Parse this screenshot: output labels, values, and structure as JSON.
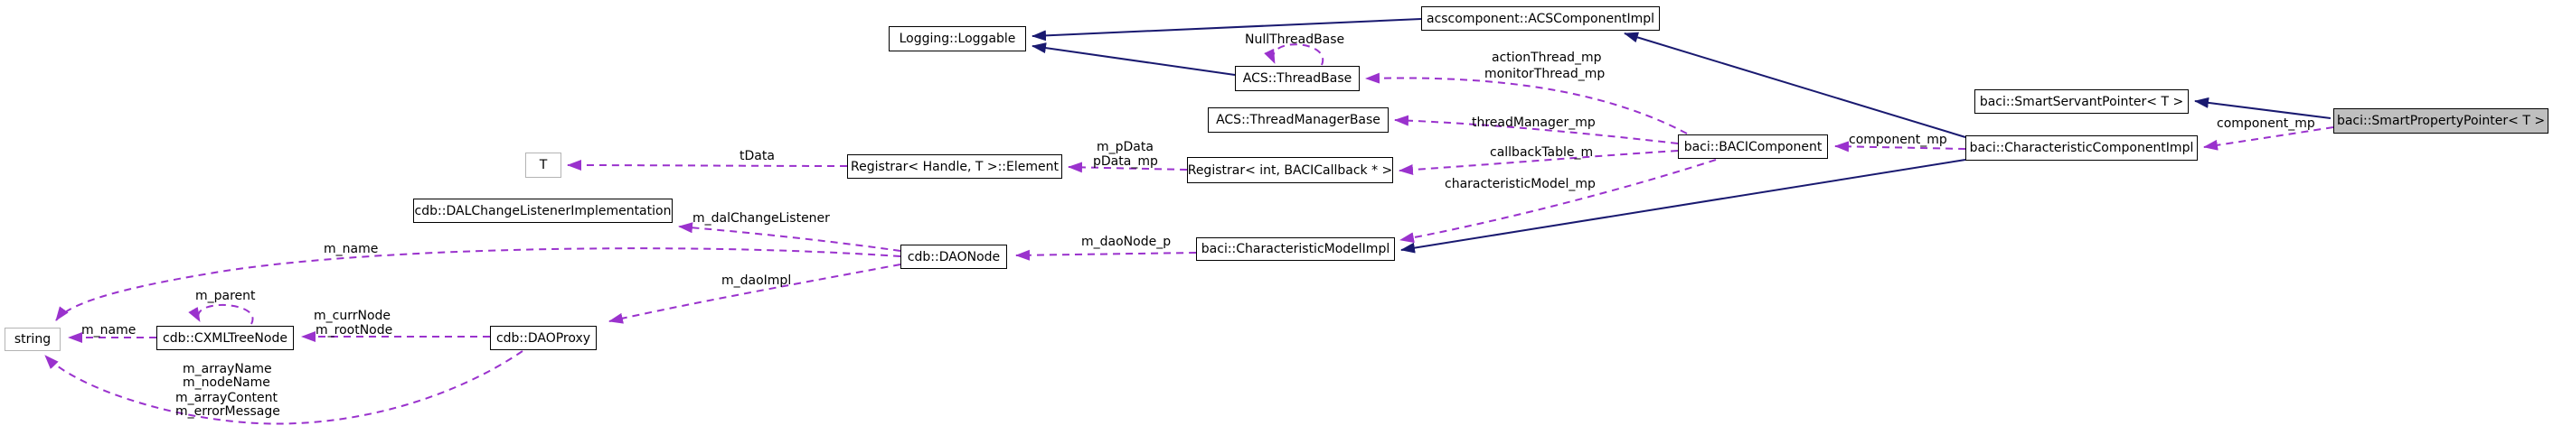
{
  "diagram": {
    "kind": "collaboration-graph",
    "colors": {
      "inheritance_edge": "#191970",
      "usage_edge": "#9a32cd",
      "node_border": "#000000",
      "external_node_border": "#b4b4b4",
      "highlight_node_fill": "#bfbfbf",
      "background": "#ffffff"
    },
    "nodes": {
      "loggable": {
        "label": "Logging::Loggable"
      },
      "acscomponent": {
        "label": "acscomponent::ACSComponentImpl"
      },
      "threadbase": {
        "label": "ACS::ThreadBase"
      },
      "threadmanager": {
        "label": "ACS::ThreadManagerBase"
      },
      "element": {
        "label": "Registrar< Handle, T >::Element"
      },
      "t": {
        "label": "T"
      },
      "registrar_cb": {
        "label": "Registrar< int, BACICallback * >"
      },
      "bacicomponent": {
        "label": "baci::BACIComponent"
      },
      "dalchange": {
        "label": "cdb::DALChangeListenerImplementation"
      },
      "daonode": {
        "label": "cdb::DAONode"
      },
      "charmodel": {
        "label": "baci::CharacteristicModelImpl"
      },
      "smartservant": {
        "label": "baci::SmartServantPointer< T >"
      },
      "charcomponent": {
        "label": "baci::CharacteristicComponentImpl"
      },
      "smartproperty": {
        "label": "baci::SmartPropertyPointer< T >"
      },
      "string": {
        "label": "string"
      },
      "cxmltreenode": {
        "label": "cdb::CXMLTreeNode"
      },
      "daoproxy": {
        "label": "cdb::DAOProxy"
      }
    },
    "edge_labels": {
      "nullthreadbase": {
        "text": "NullThreadBase"
      },
      "actionthread": {
        "text": "actionThread_mp"
      },
      "monitorthread": {
        "text": "monitorThread_mp"
      },
      "threadmanager_mp": {
        "text": "threadManager_mp"
      },
      "callbacktable": {
        "text": "callbackTable_m"
      },
      "charmodel_mp": {
        "text": "characteristicModel_mp"
      },
      "m_pdata": {
        "text": "m_pData"
      },
      "pdata_mp": {
        "text": "pData_mp"
      },
      "tdata": {
        "text": "tData"
      },
      "component_left": {
        "text": "component_mp"
      },
      "component_right": {
        "text": "component_mp"
      },
      "m_dal": {
        "text": "m_dalChangeListener"
      },
      "m_daonode": {
        "text": "m_daoNode_p"
      },
      "m_name_dao": {
        "text": "m_name"
      },
      "m_daoimpl": {
        "text": "m_daoImpl"
      },
      "m_parent": {
        "text": "m_parent"
      },
      "m_currnode": {
        "text": "m_currNode"
      },
      "m_rootnode": {
        "text": "m_rootNode"
      },
      "m_name_tree": {
        "text": "m_name"
      },
      "m_arrayname": {
        "text": "m_arrayName"
      },
      "m_nodename": {
        "text": "m_nodeName"
      },
      "m_arraycontent": {
        "text": "m_arrayContent"
      },
      "m_errormessage": {
        "text": "m_errorMessage"
      }
    }
  }
}
